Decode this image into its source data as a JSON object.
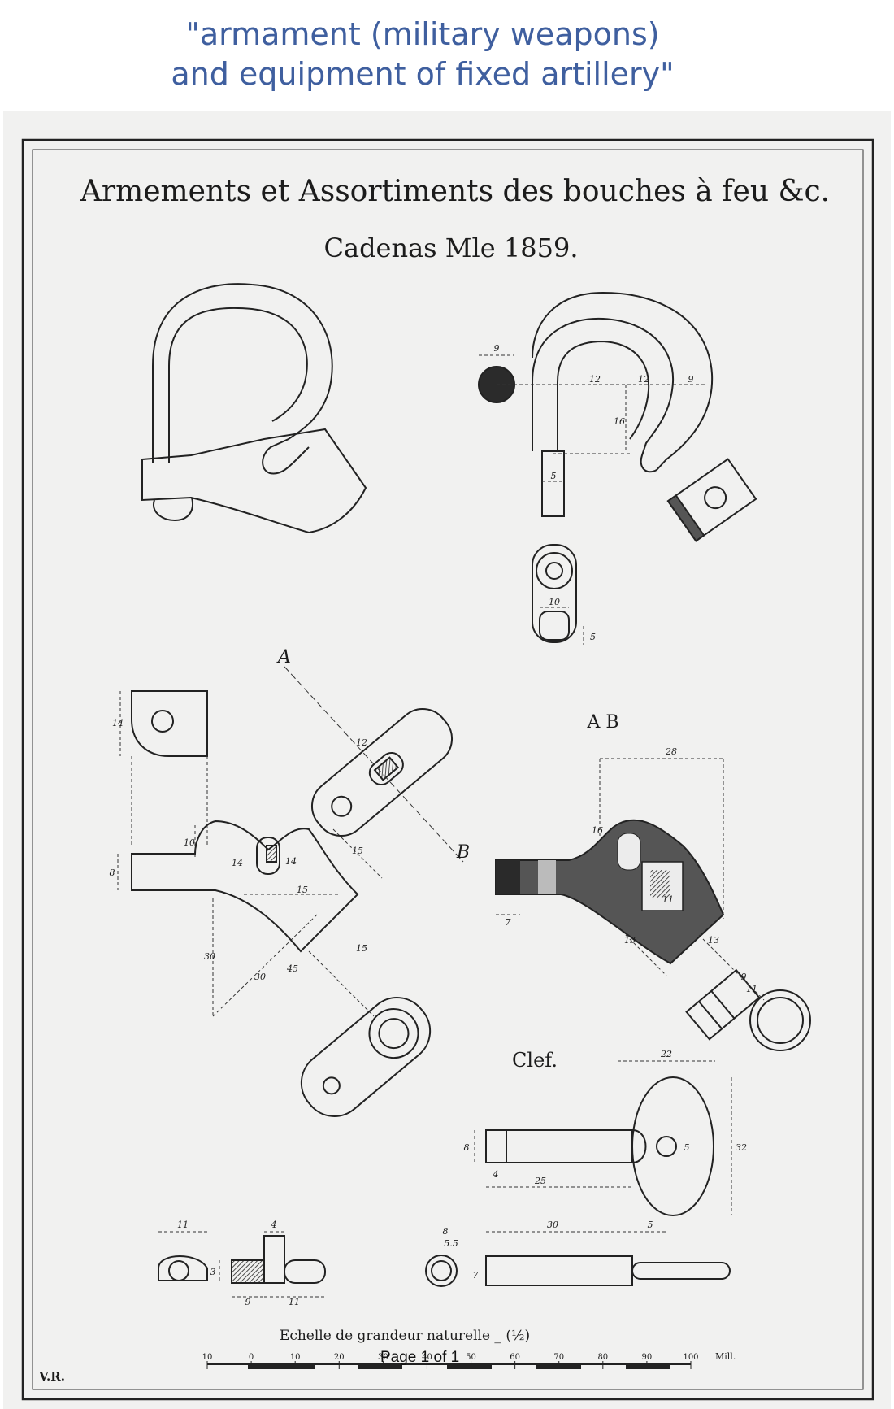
{
  "caption": {
    "line1": "\"armament (military weapons)",
    "line2": "and equipment of fixed artillery\""
  },
  "plate": {
    "title": "Armements et Assortiments des bouches à feu &c.",
    "subtitle": "Cadenas Mle 1859.",
    "section_ab": "A B",
    "label_a": "A",
    "label_b": "B",
    "key_label": "Clef.",
    "scale_caption": "Echelle de grandeur naturelle _ (½)",
    "scale_unit": "Mill.",
    "scale_ticks": [
      "10",
      "0",
      "10",
      "20",
      "30",
      "40",
      "50",
      "60",
      "70",
      "80",
      "90",
      "100"
    ],
    "signature": "V.R.",
    "dimensions": {
      "shackle_a": "9",
      "shackle_b": "12",
      "shackle_c": "12",
      "shackle_d": "9",
      "shackle_h": "16",
      "pin_w": "5",
      "ring_w": "10",
      "ring_h": "5",
      "plate_h": "14",
      "body_a": "10",
      "body_b": "8",
      "body_c": "14",
      "body_d": "14",
      "body_e": "15",
      "body_f": "15",
      "body_g": "30",
      "body_h": "30",
      "body_i": "45",
      "body_j": "15",
      "slot_w": "12",
      "ab_top": "28",
      "ab_side": "16",
      "ab_inner": "11",
      "ab_left": "7",
      "ab_low1": "13",
      "ab_low2": "13",
      "ab_low3": "9",
      "ab_low4": "11",
      "key_head_w": "22",
      "key_head_h": "32",
      "key_hole": "5",
      "key_shaft_h": "8",
      "key_shaft_a": "4",
      "key_shaft_len": "25",
      "key_len": "30",
      "key_gap": "5",
      "key_end_a": "8",
      "key_end_b": "5.5",
      "key_end_c": "7",
      "screw_a": "11",
      "screw_b": "4",
      "screw_c": "3",
      "screw_d": "9",
      "screw_e": "11"
    }
  }
}
